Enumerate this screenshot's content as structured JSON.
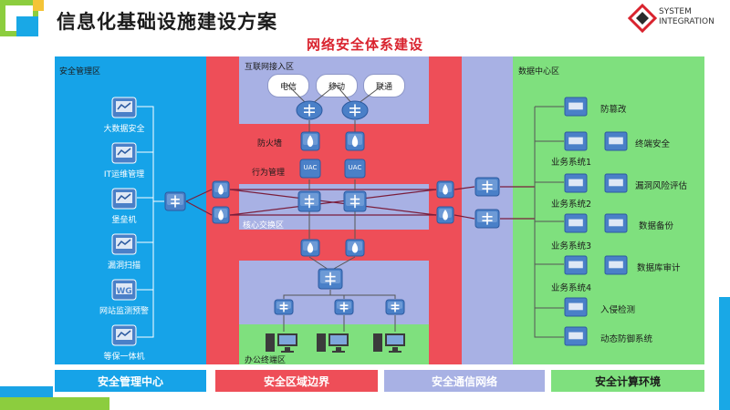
{
  "header": {
    "title": "信息化基础设施建设方案",
    "subtitle": "网络安全体系建设",
    "logo_line1": "SYSTEM",
    "logo_line2": "INTEGRATION"
  },
  "colors": {
    "blue_zone": "#16a3e8",
    "red_zone": "#ee4e58",
    "lavender_zone": "#a8b1e4",
    "green_zone": "#7fe07e",
    "device_blue": "#4a80c8",
    "link_line": "#7a1e3c"
  },
  "left_zone": {
    "label": "安全管理区",
    "items": [
      {
        "label": "大数据安全",
        "icon": "server-icon"
      },
      {
        "label": "IT运维管理",
        "icon": "monitor-search-icon"
      },
      {
        "label": "堡垒机",
        "icon": "bastion-icon"
      },
      {
        "label": "漏洞扫描",
        "icon": "scan-icon"
      },
      {
        "label": "网站监测预警",
        "icon": "wg-icon"
      },
      {
        "label": "等保一体机",
        "icon": "appliance-icon"
      }
    ],
    "wg_text": "WG"
  },
  "internet_zone": {
    "label": "互联网接入区",
    "isps": [
      "电信",
      "移动",
      "联通"
    ]
  },
  "firewall_zone": {
    "firewall_label": "防火墙",
    "behavior_label": "行为管理",
    "uac_label": "UAC"
  },
  "core_zone": {
    "label": "核心交换区"
  },
  "office_zone": {
    "label": "办公终端区"
  },
  "data_center": {
    "label": "数据中心区",
    "items": [
      {
        "label": "防篡改"
      },
      {
        "label": "终端安全"
      },
      {
        "label": "漏洞风险评估"
      },
      {
        "label": "数据备份"
      },
      {
        "label": "数据库审计"
      },
      {
        "label": "入侵检测"
      },
      {
        "label": "动态防御系统"
      }
    ],
    "systems": [
      "业务系统1",
      "业务系统2",
      "业务系统3",
      "业务系统4"
    ]
  },
  "bottom_bar": [
    {
      "label": "安全管理中心",
      "color": "#16a3e8"
    },
    {
      "label": "安全区域边界",
      "color": "#ee4e58"
    },
    {
      "label": "安全通信网络",
      "color": "#a8b1e4"
    },
    {
      "label": "安全计算环境",
      "color": "#7fe07e"
    }
  ]
}
